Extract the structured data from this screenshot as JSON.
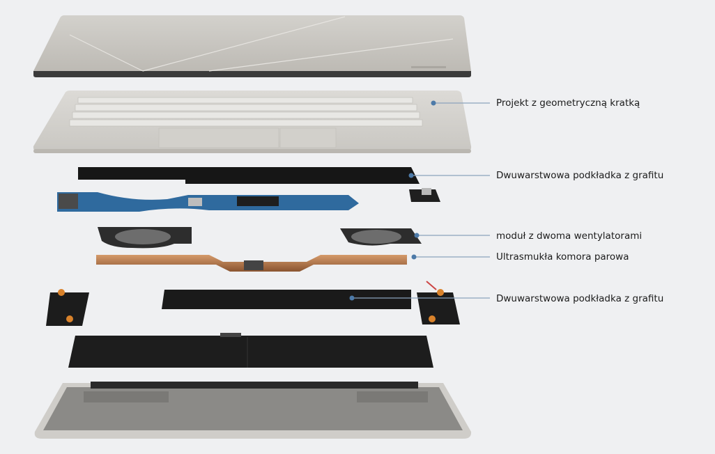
{
  "callouts": [
    {
      "label": "Projekt z geometryczną kratką"
    },
    {
      "label": "Dwuwarstwowa podkładka z grafitu"
    },
    {
      "label": "moduł z dwoma wentylatorami"
    },
    {
      "label": "Ultrasmukła komora parowa"
    },
    {
      "label": "Dwuwarstwowa podkładka z grafitu"
    }
  ],
  "colors": {
    "background": "#eff0f2",
    "leader_line": "#8aa3bd",
    "leader_dot": "#4d7aa8"
  }
}
